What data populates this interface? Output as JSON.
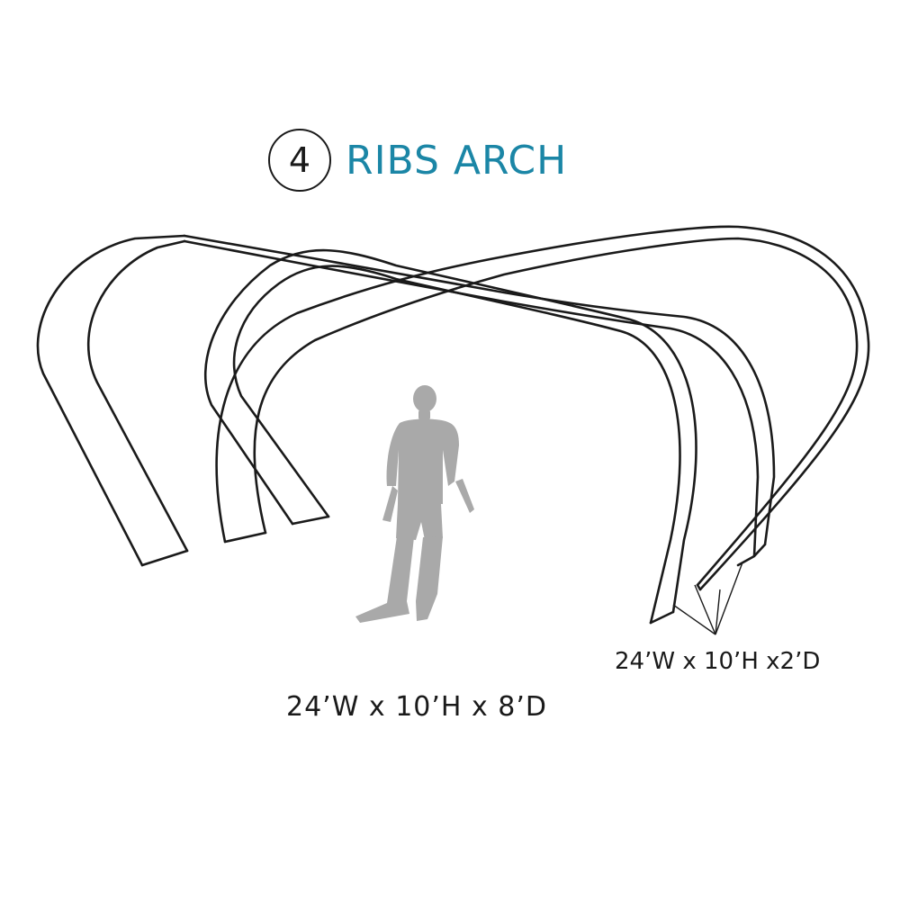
{
  "header": {
    "number": "4",
    "title": "RIBS ARCH"
  },
  "dimensions": {
    "main": "24’W x 10’H x 8’D",
    "small": "24’W x 10’H x2’D"
  },
  "colors": {
    "title": "#1b86a6",
    "line": "#1a1a1a",
    "figure": "#a9a9a9"
  },
  "icons": {
    "figure": "person-silhouette-icon"
  }
}
